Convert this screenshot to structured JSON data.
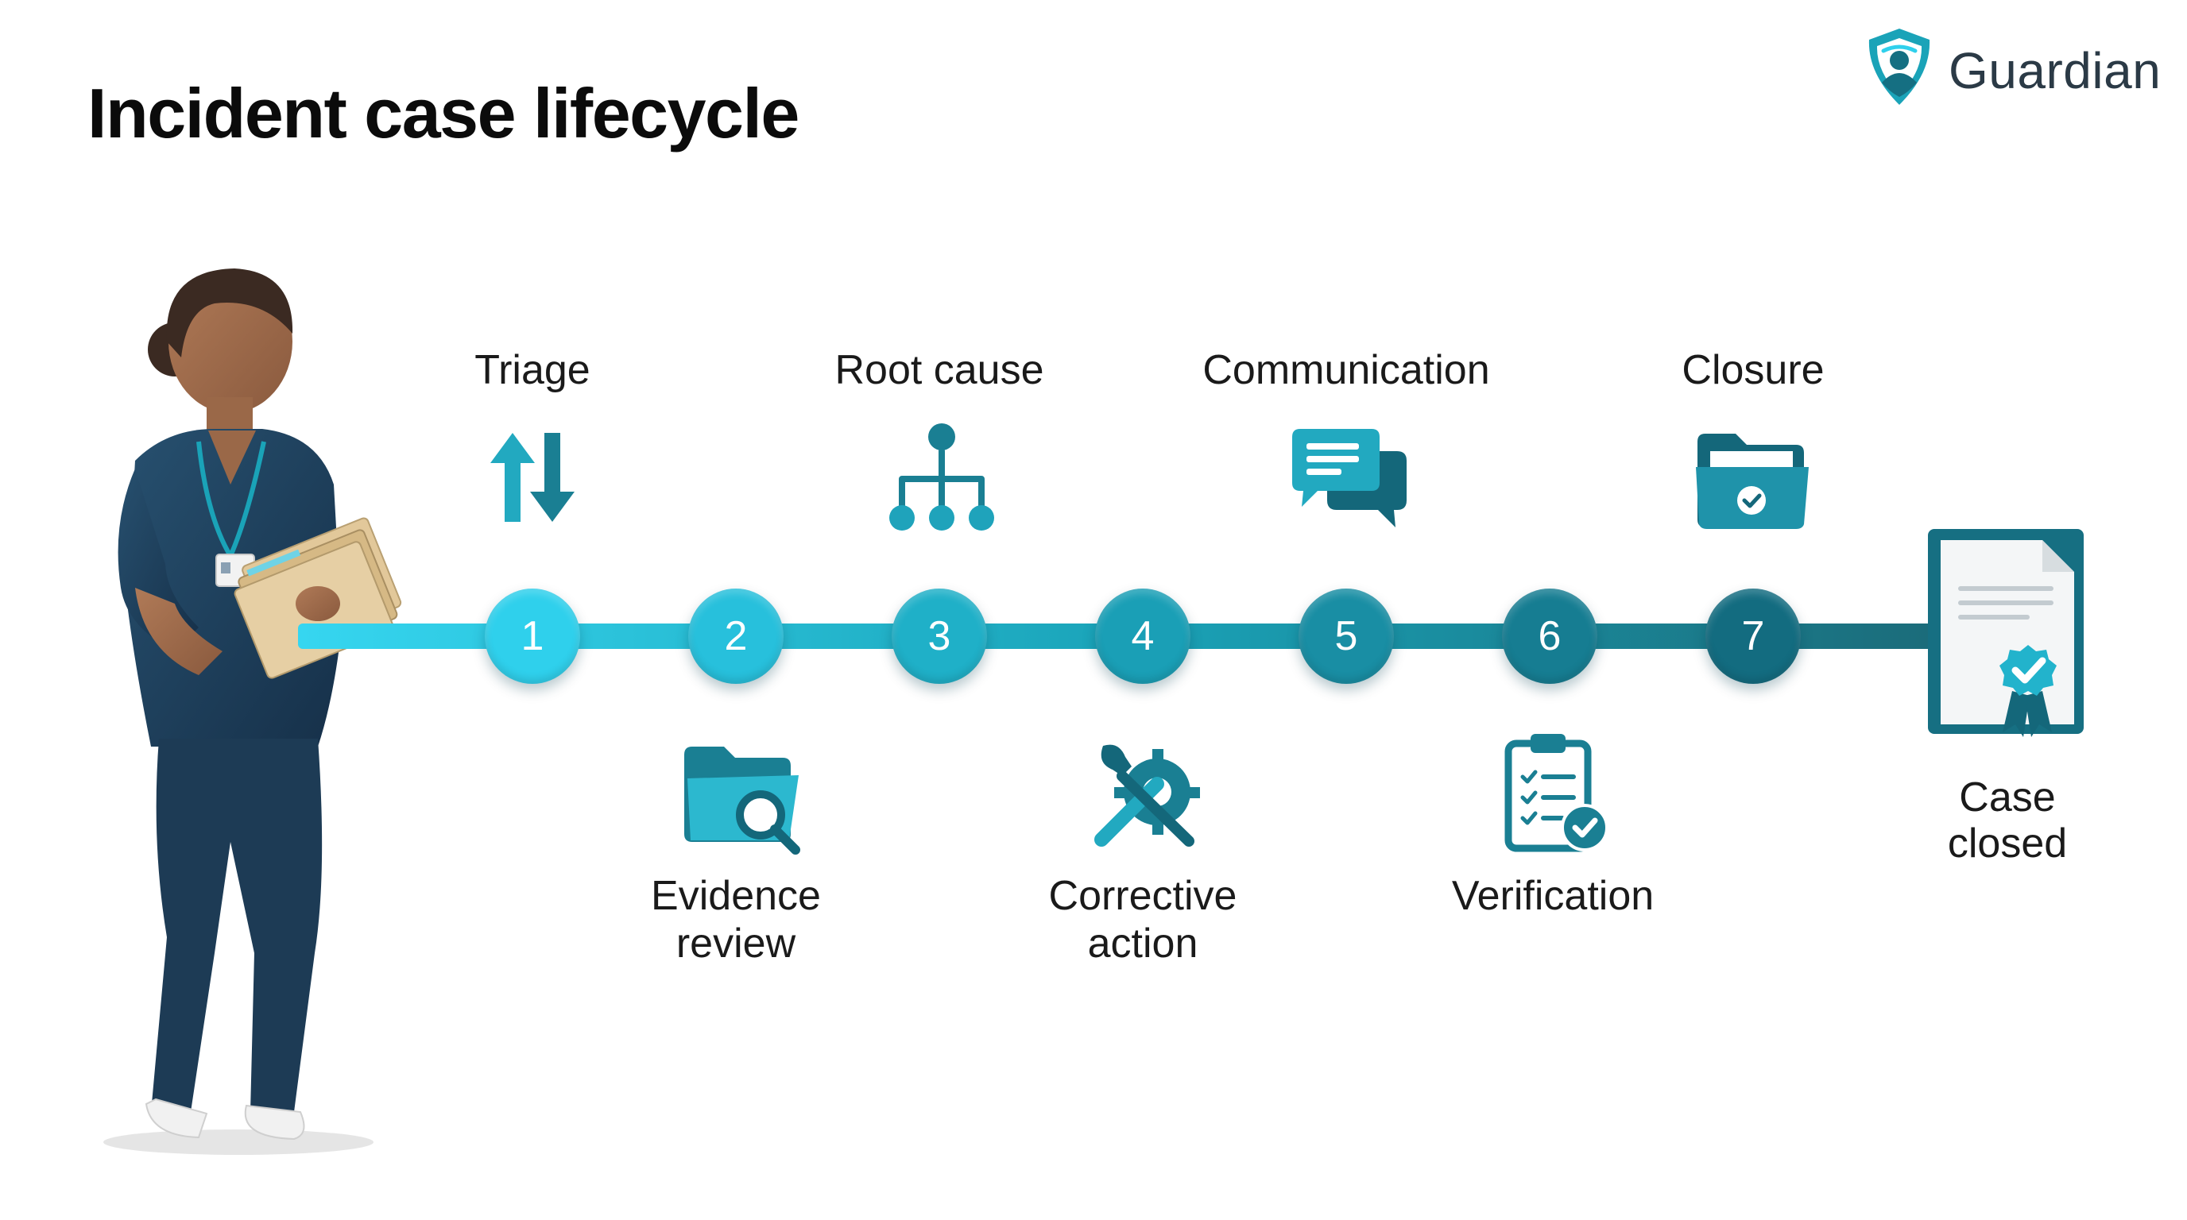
{
  "title": "Incident case lifecycle",
  "brand": {
    "name": "Guardian"
  },
  "colors": {
    "teal_light": "#2fd0ec",
    "teal_mid": "#1aa3b8",
    "teal_dark": "#136f82",
    "navy_scrubs": "#1d3b55",
    "icon_teal": "#1f7f93"
  },
  "steps": [
    {
      "number": "1",
      "label": "Triage",
      "icon": "up-down-arrows-icon"
    },
    {
      "number": "2",
      "label": "Evidence review",
      "label_lines": [
        "Evidence",
        "review"
      ],
      "icon": "folder-search-icon"
    },
    {
      "number": "3",
      "label": "Root cause",
      "icon": "hierarchy-tree-icon"
    },
    {
      "number": "4",
      "label": "Corrective action",
      "label_lines": [
        "Corrective",
        "action"
      ],
      "icon": "tools-gear-icon"
    },
    {
      "number": "5",
      "label": "Communication",
      "icon": "chat-bubbles-icon"
    },
    {
      "number": "6",
      "label": "Verification",
      "icon": "clipboard-check-icon"
    },
    {
      "number": "7",
      "label": "Closure",
      "icon": "folder-check-icon"
    }
  ],
  "end": {
    "label_lines": [
      "Case",
      "closed"
    ],
    "icon": "certificate-document-icon"
  }
}
